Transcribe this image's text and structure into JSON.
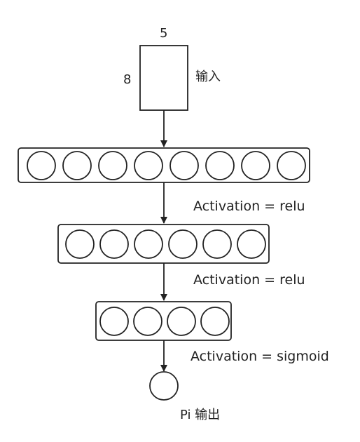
{
  "input": {
    "width_label": "5",
    "height_label": "8",
    "label": "输入"
  },
  "layers": [
    {
      "units": 8,
      "activation_label": "Activation = relu"
    },
    {
      "units": 6,
      "activation_label": "Activation = relu"
    },
    {
      "units": 4,
      "activation_label": "Activation = sigmoid"
    }
  ],
  "output": {
    "label": "Pi 输出"
  },
  "colors": {
    "stroke": "#222222",
    "background": "#ffffff"
  }
}
